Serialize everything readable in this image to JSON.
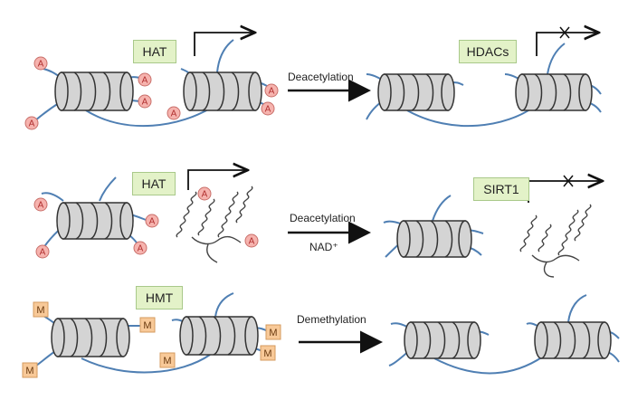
{
  "rows": [
    {
      "enzyme_before": "HAT",
      "enzyme_after": "HDACs",
      "process": "Deacetylation",
      "cofactor": "",
      "mark_letter": "A"
    },
    {
      "enzyme_before": "HAT",
      "enzyme_after": "SIRT1",
      "process": "Deacetylation",
      "cofactor": "NAD⁺",
      "mark_letter": "A"
    },
    {
      "enzyme_before": "HMT",
      "enzyme_after": "",
      "process": "Demethylation",
      "cofactor": "",
      "mark_letter": "M"
    }
  ],
  "colors": {
    "nucleosome_fill": "#d4d4d4",
    "nucleosome_stroke": "#333333",
    "dna_strand": "#4f7fb3",
    "acetyl_fill": "#f6b3ae",
    "acetyl_stroke": "#c96f6a",
    "methyl_fill": "#f8c998",
    "methyl_stroke": "#d49a5e",
    "enzyme_box_fill": "#e3f2c8"
  }
}
